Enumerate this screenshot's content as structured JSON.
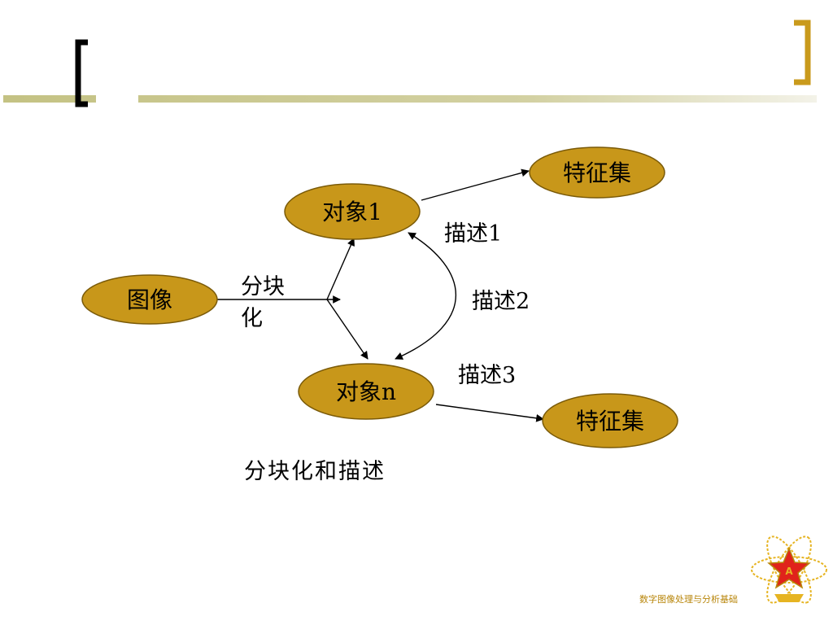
{
  "colors": {
    "node_fill": "#c8971a",
    "node_stroke": "#7a5a08",
    "header_bar": "#c9c78e",
    "bracket_left": "#000000",
    "bracket_right": "#c99a1c",
    "footer_text": "#b8860b",
    "emblem_red": "#e0231b",
    "emblem_gold": "#e6b422"
  },
  "nodes": {
    "image": "图像",
    "object1": "对象1",
    "objectn": "对象n",
    "features_top": "特征集",
    "features_bottom": "特征集"
  },
  "edges": {
    "segment_label_line1": "分块",
    "segment_label_line2": "化",
    "describe1": "描述1",
    "describe2": "描述2",
    "describe3": "描述3"
  },
  "caption": "分块化和描述",
  "footer": {
    "course_title": "数字图像处理与分析基础",
    "emblem_icon": "army-emblem-icon"
  }
}
